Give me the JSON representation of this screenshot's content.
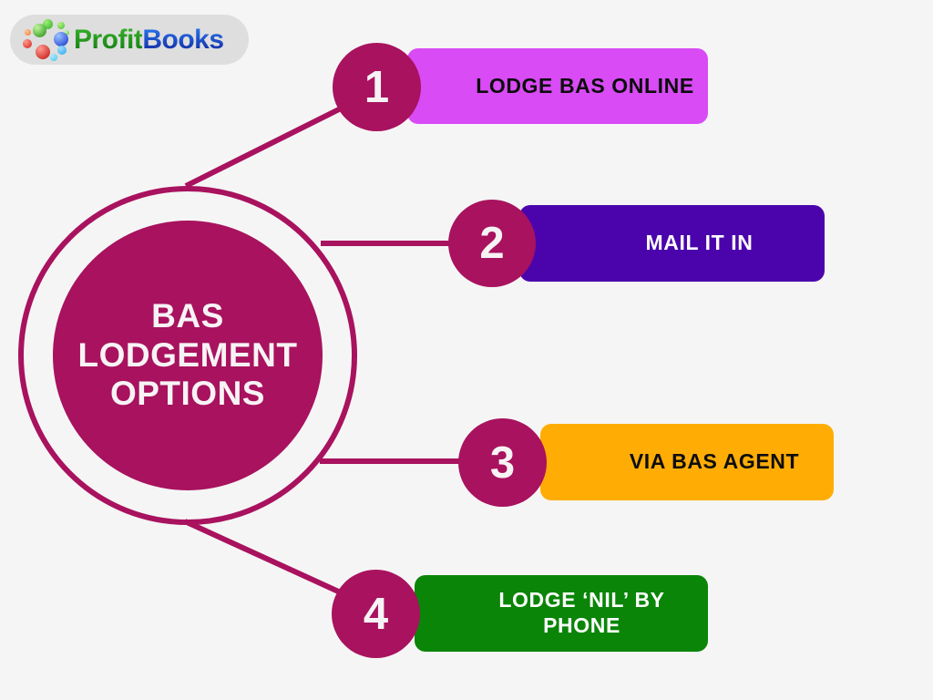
{
  "brand": {
    "logo_text_part1": "Profit",
    "logo_text_part2": "Books",
    "logo_dot_colors": [
      "#3bb52a",
      "#1f9c1a",
      "#6dd13f",
      "#8fd94f",
      "#f08a3c",
      "#e33b2a",
      "#d61d1d",
      "#c41414",
      "#1f44d8",
      "#2a7ef5",
      "#3bb5f0",
      "#5ed8f5"
    ],
    "pill_background": "#dedede"
  },
  "hub": {
    "title": "BAS LODGEMENT OPTIONS",
    "title_line1": "BAS",
    "title_line2": "LODGEMENT",
    "title_line3": "OPTIONS",
    "fill_color": "#a8125e",
    "ring_color": "#a8125e",
    "text_color": "#f7f3f5"
  },
  "canvas": {
    "background": "#f5f5f5",
    "connector_color": "#a8125e"
  },
  "options": [
    {
      "number": "1",
      "label": "LODGE BAS ONLINE",
      "box_color": "#d84bf5",
      "text_color": "#0d0d0d",
      "badge_color": "#a8125e"
    },
    {
      "number": "2",
      "label": "MAIL IT IN",
      "box_color": "#4b04ac",
      "text_color": "#ffffff",
      "badge_color": "#a8125e"
    },
    {
      "number": "3",
      "label": "VIA BAS AGENT",
      "box_color": "#ffad05",
      "text_color": "#0d0d0d",
      "badge_color": "#a8125e"
    },
    {
      "number": "4",
      "label": "LODGE ‘NIL’ BY PHONE",
      "box_color": "#0a8508",
      "text_color": "#ffffff",
      "badge_color": "#a8125e"
    }
  ],
  "chart_data": {
    "type": "diagram",
    "title": "BAS LODGEMENT OPTIONS",
    "layout": "hub-and-spoke",
    "hub_label": "BAS LODGEMENT OPTIONS",
    "categories": [
      "1",
      "2",
      "3",
      "4"
    ],
    "labels": [
      "LODGE BAS ONLINE",
      "MAIL IT IN",
      "VIA BAS AGENT",
      "LODGE ‘NIL’ BY PHONE"
    ],
    "colors": [
      "#d84bf5",
      "#4b04ac",
      "#ffad05",
      "#0a8508"
    ],
    "legend": "none",
    "grid": false
  }
}
